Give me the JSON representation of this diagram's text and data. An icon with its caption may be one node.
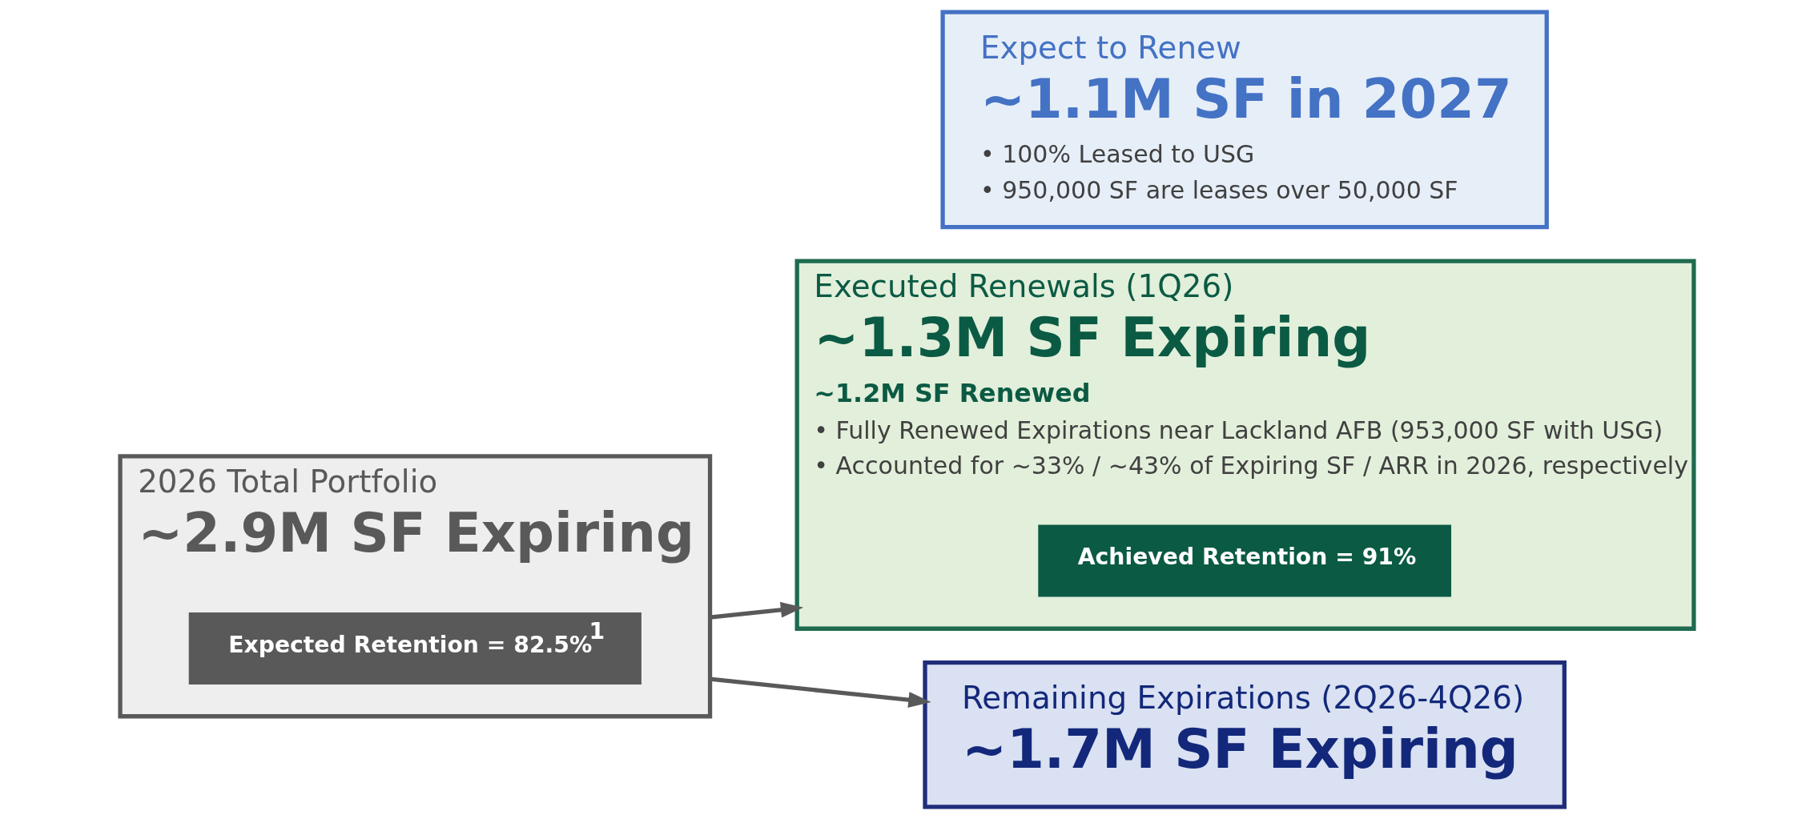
{
  "diagram": {
    "nodes": [
      {
        "text": [
          "2026 Total Portfolio",
          "~2.9M SF Expiring"
        ]
      },
      {
        "text": [
          "Expected Retention = 82.5%$^{1}$"
        ],
        "in": 0
      },
      {
        "text": [
          "Executed Renewals (1Q26)",
          "~1.3M SF Expiring",
          "~1.2M SF Renewed",
          "• Fully Renewed Expirations near Lackland AFB (953,000 SF with USG)",
          "• Accounted for ~33% / ~43% of Expiring SF / ARR in 2026, respectively"
        ]
      },
      {
        "text": [
          "Achieved Retention = 91%"
        ],
        "in": 2
      },
      {
        "text": [
          "Remaining Expirations (2Q26-4Q26)",
          "~1.7M SF Expiring"
        ]
      },
      {
        "text": [
          "Expect to Renew",
          "~1.1M SF in 2027",
          "• 100% Leased to USG",
          "• 950,000 SF are leases over 50,000 SF"
        ]
      }
    ],
    "edges": [
      {
        "from": 0,
        "to": 2,
        "arrow": "to"
      },
      {
        "from": 0,
        "to": 4,
        "arrow": "to"
      }
    ]
  }
}
